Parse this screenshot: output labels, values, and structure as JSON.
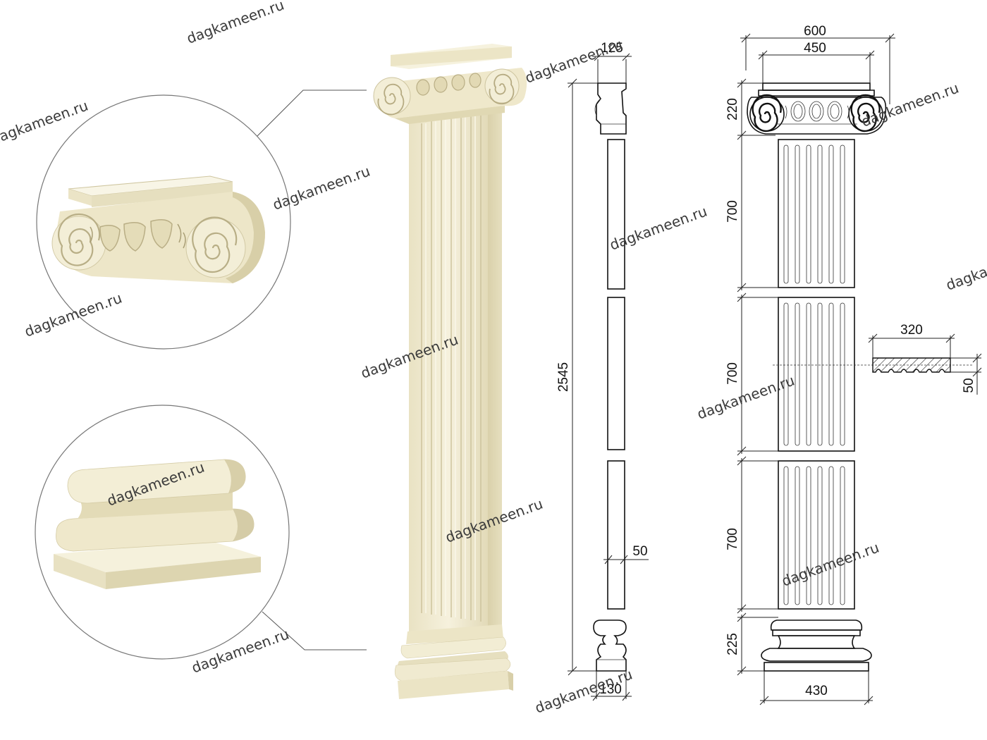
{
  "watermark": "dagkameen.ru",
  "colors": {
    "stone": "#efe9cf",
    "stone_light": "#f7f3e1",
    "stone_shadow": "#d9d1ad",
    "line": "#222222",
    "leader": "#555555"
  },
  "dimensions": {
    "side_capital_depth": "125",
    "total_height": "2545",
    "flute_depth": "50",
    "side_base_depth": "130",
    "capital_width": "600",
    "abacus_width": "450",
    "capital_height": "220",
    "segment_top": "700",
    "segment_middle": "700",
    "segment_bottom": "700",
    "section_width": "320",
    "section_depth": "50",
    "base_height": "225",
    "base_width": "430"
  }
}
